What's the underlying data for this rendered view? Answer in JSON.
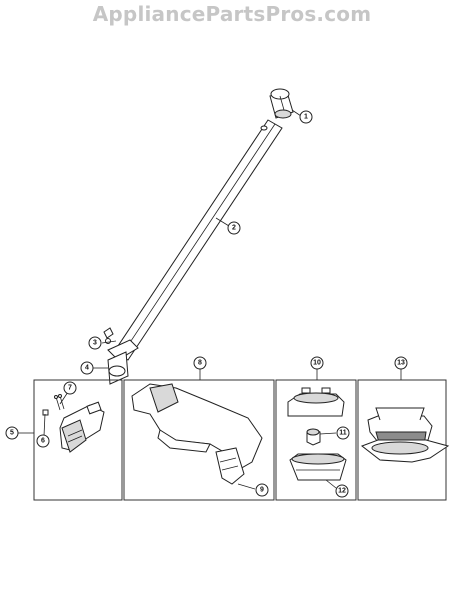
{
  "watermark": "AppliancePartsPros.com",
  "callouts": [
    {
      "id": "callout-1",
      "label": "1"
    },
    {
      "id": "callout-2",
      "label": "2"
    },
    {
      "id": "callout-3",
      "label": "3"
    },
    {
      "id": "callout-4",
      "label": "4"
    },
    {
      "id": "callout-5",
      "label": "5"
    },
    {
      "id": "callout-6",
      "label": "6"
    },
    {
      "id": "callout-7",
      "label": "7"
    },
    {
      "id": "callout-8",
      "label": "8"
    },
    {
      "id": "callout-9",
      "label": "9"
    },
    {
      "id": "callout-10",
      "label": "10"
    },
    {
      "id": "callout-11",
      "label": "11"
    },
    {
      "id": "callout-12",
      "label": "12"
    },
    {
      "id": "callout-13",
      "label": "13"
    }
  ],
  "colors": {
    "line": "#222222",
    "watermark": "#c6c6c6",
    "shade": "#d9d9d9"
  }
}
